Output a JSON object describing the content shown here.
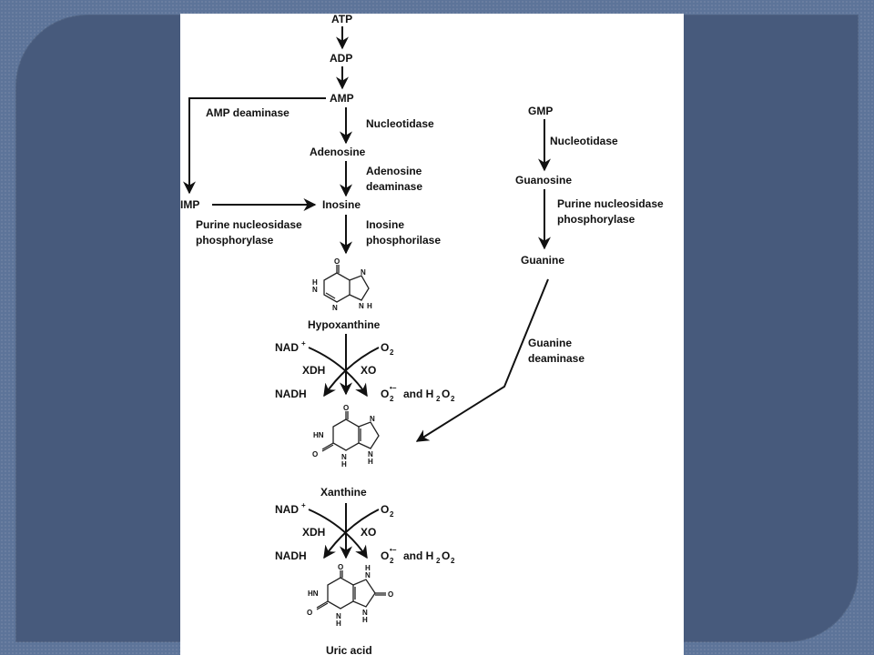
{
  "diagram": {
    "left_branch": {
      "atp": "ATP",
      "adp": "ADP",
      "amp": "AMP",
      "amp_deaminase": "AMP deaminase",
      "nucleotidase": "Nucleotidase",
      "adenosine": "Adenosine",
      "adenosine_deaminase_1": "Adenosine",
      "adenosine_deaminase_2": "deaminase",
      "imp": "IMP",
      "inosine": "Inosine",
      "pnp_1": "Purine nucleosidase",
      "pnp_2": "phosphorylase",
      "inosine_phos_1": "Inosine",
      "inosine_phos_2": "phosphorilase"
    },
    "right_branch": {
      "gmp": "GMP",
      "nucleotidase": "Nucleotidase",
      "guanosine": "Guanosine",
      "pnp_1": "Purine nucleosidase",
      "pnp_2": "phosphorylase",
      "guanine": "Guanine",
      "guanine_deaminase_1": "Guanine",
      "guanine_deaminase_2": "deaminase"
    },
    "hypoxanthine": "Hypoxanthine",
    "xanthine": "Xanthine",
    "uric_acid": "Uric acid",
    "reaction": {
      "nad": "NAD",
      "nad_sup": "+",
      "o2": "O",
      "o2_sub": "2",
      "xdh": "XDH",
      "xo": "XO",
      "nadh": "NADH",
      "superoxide": "O",
      "superoxide_sub": "2",
      "superoxide_sup": "•−",
      "and_h2o2": "and H",
      "h2o2_sub1": "2",
      "h2o2_o": "O",
      "h2o2_sub2": "2"
    },
    "atoms": {
      "O": "O",
      "N": "N",
      "H": "H",
      "HN": "HN"
    }
  }
}
